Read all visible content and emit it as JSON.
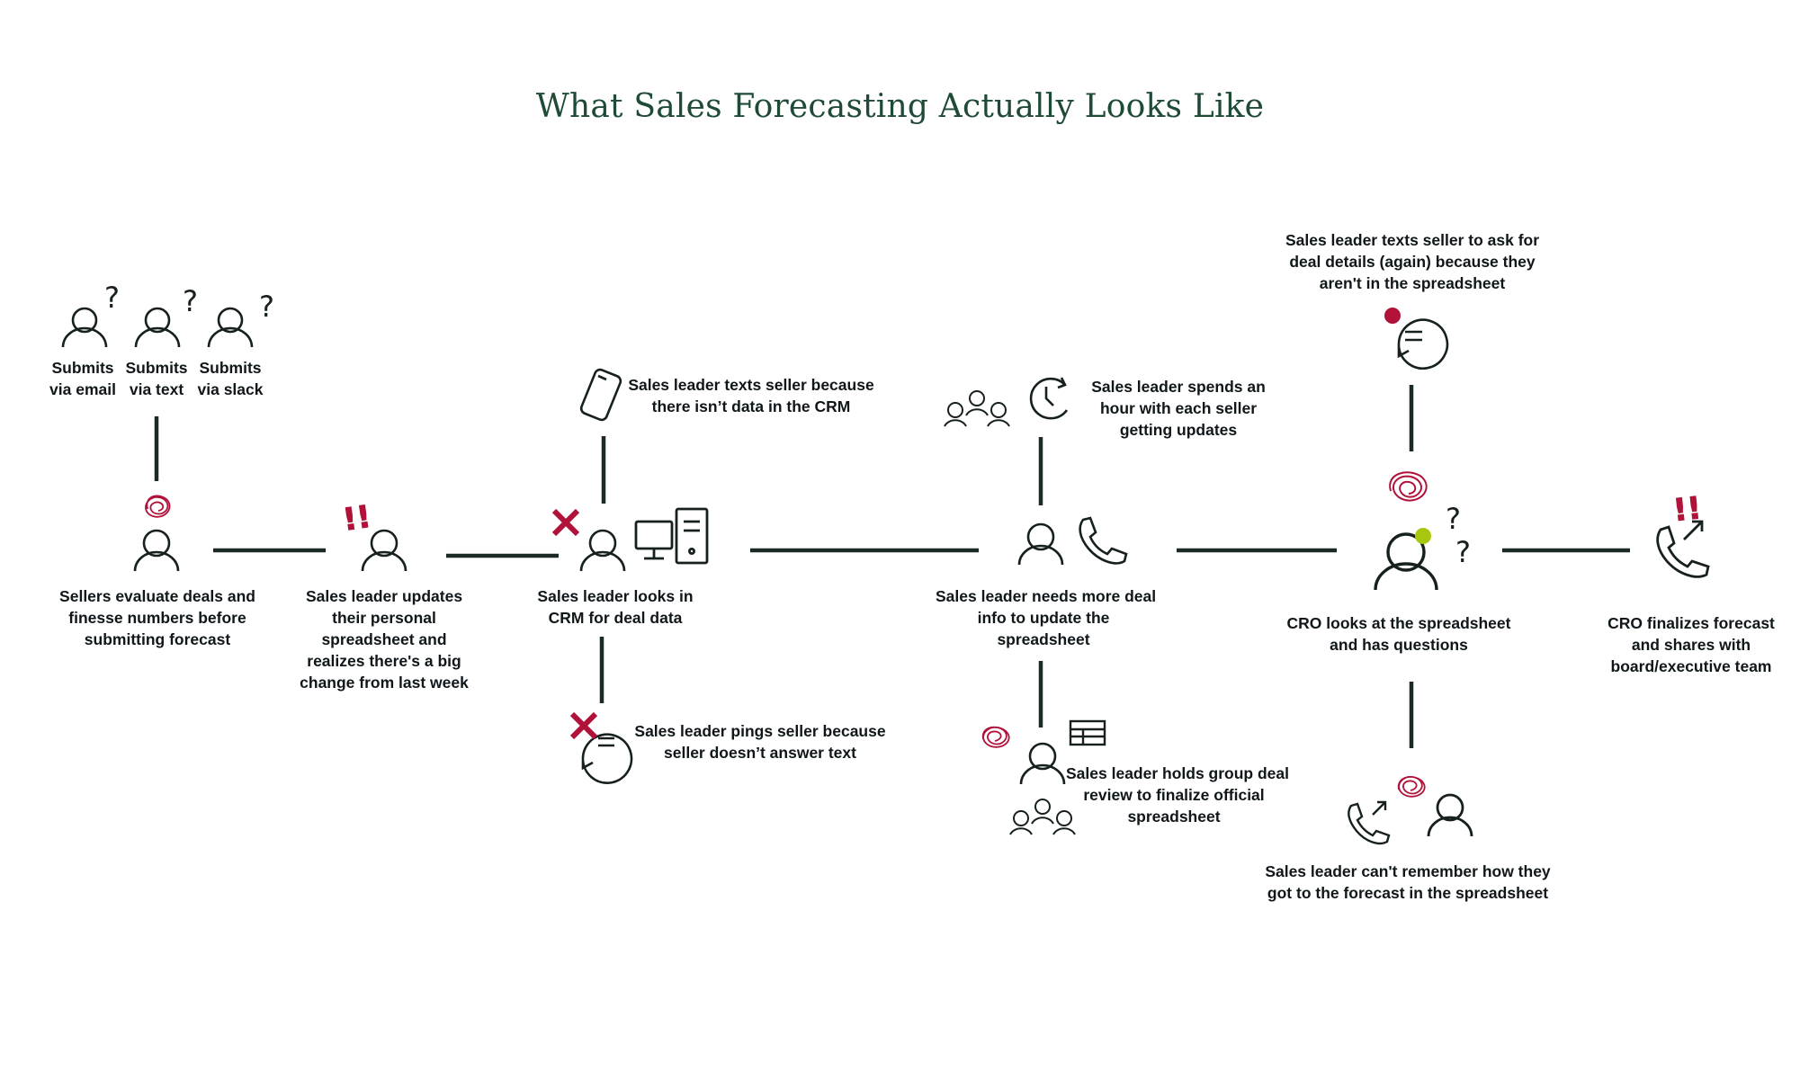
{
  "title": "What Sales Forecasting Actually Looks Like",
  "colors": {
    "title": "#1f4a36",
    "text": "#10171a",
    "line": "#1b2b24",
    "icon": "#16201d",
    "alert": "#b0123a",
    "highlight": "#a8c80f",
    "background": "#ffffff"
  },
  "glyphs": {
    "question": "?",
    "exclaim": "!!"
  },
  "nodes": {
    "submit_email": {
      "line1": "Submits",
      "line2": "via email"
    },
    "submit_text": {
      "line1": "Submits",
      "line2": "via text"
    },
    "submit_slack": {
      "line1": "Submits",
      "line2": "via slack"
    },
    "sellers_evaluate": {
      "line1": "Sellers evaluate deals and",
      "line2": "finesse numbers before",
      "line3": "submitting forecast"
    },
    "leader_updates": {
      "line1": "Sales leader updates",
      "line2": "their personal",
      "line3": "spreadsheet and",
      "line4": "realizes there's a big",
      "line5": "change from last week"
    },
    "leader_looks_crm": {
      "line1": "Sales leader looks in",
      "line2": "CRM for deal data"
    },
    "leader_texts": {
      "line1": "Sales leader texts seller because",
      "line2": "there isn’t data in the CRM"
    },
    "leader_pings": {
      "line1": "Sales leader pings seller because",
      "line2": "seller doesn’t answer text"
    },
    "leader_hour": {
      "line1": "Sales leader spends an",
      "line2": "hour with each seller",
      "line3": "getting updates"
    },
    "leader_needs_info": {
      "line1": "Sales leader needs more deal",
      "line2": "info to update the",
      "line3": "spreadsheet"
    },
    "leader_group_review": {
      "line1": "Sales leader holds group deal",
      "line2": "review to finalize official",
      "line3": "spreadsheet"
    },
    "leader_texts_again": {
      "line1": "Sales leader texts seller to ask for",
      "line2": "deal details (again) because they",
      "line3": "aren't in the spreadsheet"
    },
    "cro_questions": {
      "line1": "CRO looks at the spreadsheet",
      "line2": "and has questions"
    },
    "leader_cant_remember": {
      "line1": "Sales leader can't remember how they",
      "line2": "got to the forecast in the spreadsheet"
    },
    "cro_finalizes": {
      "line1": "CRO finalizes forecast",
      "line2": "and shares with",
      "line3": "board/executive team"
    }
  }
}
